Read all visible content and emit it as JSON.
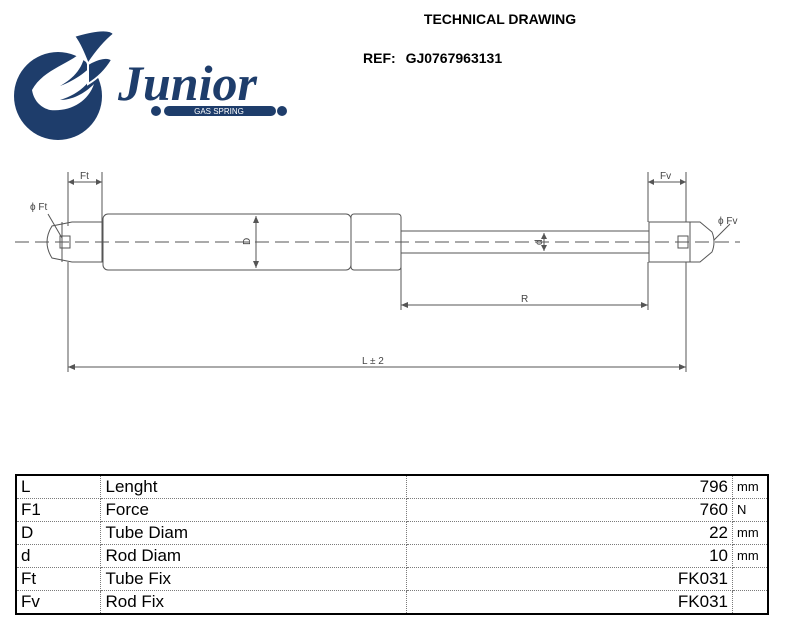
{
  "header": {
    "title": "TECHNICAL DRAWING",
    "ref_label": "REF:",
    "ref_value": "GJ0767963131"
  },
  "logo": {
    "brand": "Junior",
    "tagline": "GAS SPRING",
    "color": "#1e3d6b"
  },
  "drawing": {
    "labels": {
      "ft_top": "Ft",
      "fv_top": "Fv",
      "phi_ft": "ϕ  Ft",
      "phi_fv": "ϕ  Fv",
      "tube_d": "D",
      "rod_d": "d",
      "rod_len": "R",
      "total_len": "L ± 2"
    }
  },
  "specs": [
    {
      "code": "L",
      "name": "Lenght",
      "value": "796",
      "unit": "mm"
    },
    {
      "code": "F1",
      "name": "Force",
      "value": "760",
      "unit": "N"
    },
    {
      "code": "D",
      "name": "Tube Diam",
      "value": "22",
      "unit": "mm"
    },
    {
      "code": "d",
      "name": "Rod Diam",
      "value": "10",
      "unit": "mm"
    },
    {
      "code": "Ft",
      "name": "Tube Fix",
      "value": "FK031",
      "unit": ""
    },
    {
      "code": "Fv",
      "name": "Rod Fix",
      "value": "FK031",
      "unit": ""
    }
  ]
}
